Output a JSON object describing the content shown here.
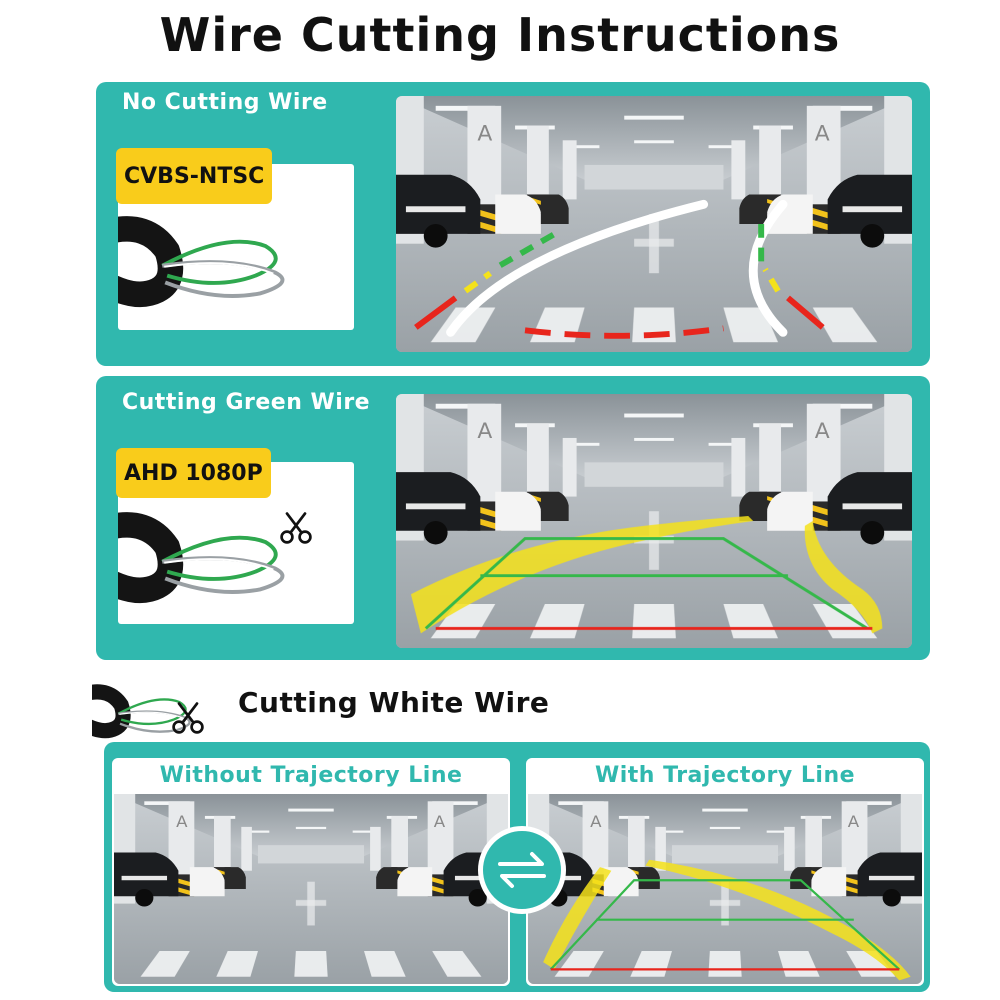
{
  "title": "Wire Cutting Instructions",
  "section1": {
    "label": "No Cutting Wire",
    "badge": "CVBS-NTSC"
  },
  "section2": {
    "label": "Cutting Green Wire",
    "badge": "AHD 1080P"
  },
  "section3": {
    "heading": "Cutting White Wire",
    "left_label": "Without Trajectory Line",
    "right_label": "With Trajectory Line"
  },
  "colors": {
    "teal": "#30b8ae",
    "badge_yellow": "#f9cc1b",
    "wire_green": "#2fa84f",
    "guide_red": "#e8251c",
    "guide_yellow": "#f4e21a",
    "guide_green": "#35b84a"
  },
  "icons": [
    "scissors-icon",
    "swap-arrows-icon",
    "wire-cable-icon"
  ]
}
